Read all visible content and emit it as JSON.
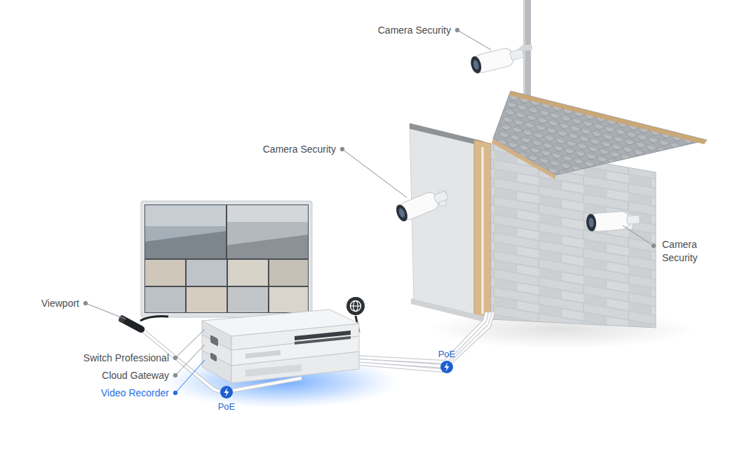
{
  "diagram": {
    "labels": [
      "Camera Security",
      "Camera Security",
      "Camera Security",
      "Viewport",
      "PoE",
      "Switch Professional",
      "Cloud Gateway",
      "Video Recorder",
      "PoE"
    ]
  }
}
